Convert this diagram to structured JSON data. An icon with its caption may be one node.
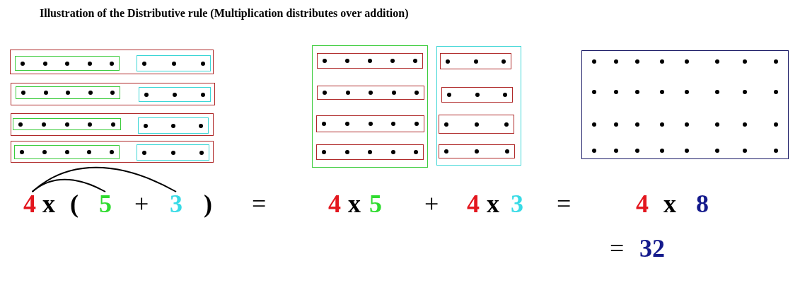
{
  "diagram": {
    "title": "Illustration of the Distributive rule (Multiplication distributes over addition)",
    "nodes": [
      {
        "text": [],
        "shape": "box"
      },
      {
        "text": [],
        "shape": "box",
        "in": 0
      },
      {
        "text": [],
        "shape": "box",
        "in": 0
      },
      {
        "text": [],
        "shape": "box"
      },
      {
        "text": [],
        "shape": "box",
        "in": 3
      },
      {
        "text": [],
        "shape": "box",
        "in": 3
      },
      {
        "text": [],
        "shape": "box"
      },
      {
        "text": [],
        "shape": "box",
        "in": 6
      },
      {
        "text": [],
        "shape": "box",
        "in": 6
      },
      {
        "text": [],
        "shape": "box"
      },
      {
        "text": [],
        "shape": "box",
        "in": 9
      },
      {
        "text": [],
        "shape": "box",
        "in": 9
      },
      {
        "text": [],
        "shape": "box"
      },
      {
        "text": [],
        "shape": "box",
        "in": 12
      },
      {
        "text": [],
        "shape": "box",
        "in": 12
      },
      {
        "text": [],
        "shape": "box",
        "in": 12
      },
      {
        "text": [],
        "shape": "box",
        "in": 12
      },
      {
        "text": [],
        "shape": "box"
      },
      {
        "text": [],
        "shape": "box",
        "in": 17
      },
      {
        "text": [],
        "shape": "box",
        "in": 17
      },
      {
        "text": [],
        "shape": "box",
        "in": 17
      },
      {
        "text": [],
        "shape": "box",
        "in": 17
      },
      {
        "text": [],
        "shape": "box"
      },
      {
        "text": [
          "4"
        ]
      },
      {
        "text": [
          "5"
        ]
      },
      {
        "text": [
          "3"
        ]
      }
    ],
    "edges": [
      {
        "from": 23,
        "to": 24,
        "arrow": "none"
      },
      {
        "from": 23,
        "to": 25,
        "arrow": "none"
      }
    ],
    "labels": [
      "x",
      "(",
      "+",
      ")",
      "=",
      "4",
      "x",
      "5",
      "+",
      "4",
      "x",
      "3",
      "=",
      "4",
      "x",
      "8",
      "=",
      "32"
    ]
  }
}
